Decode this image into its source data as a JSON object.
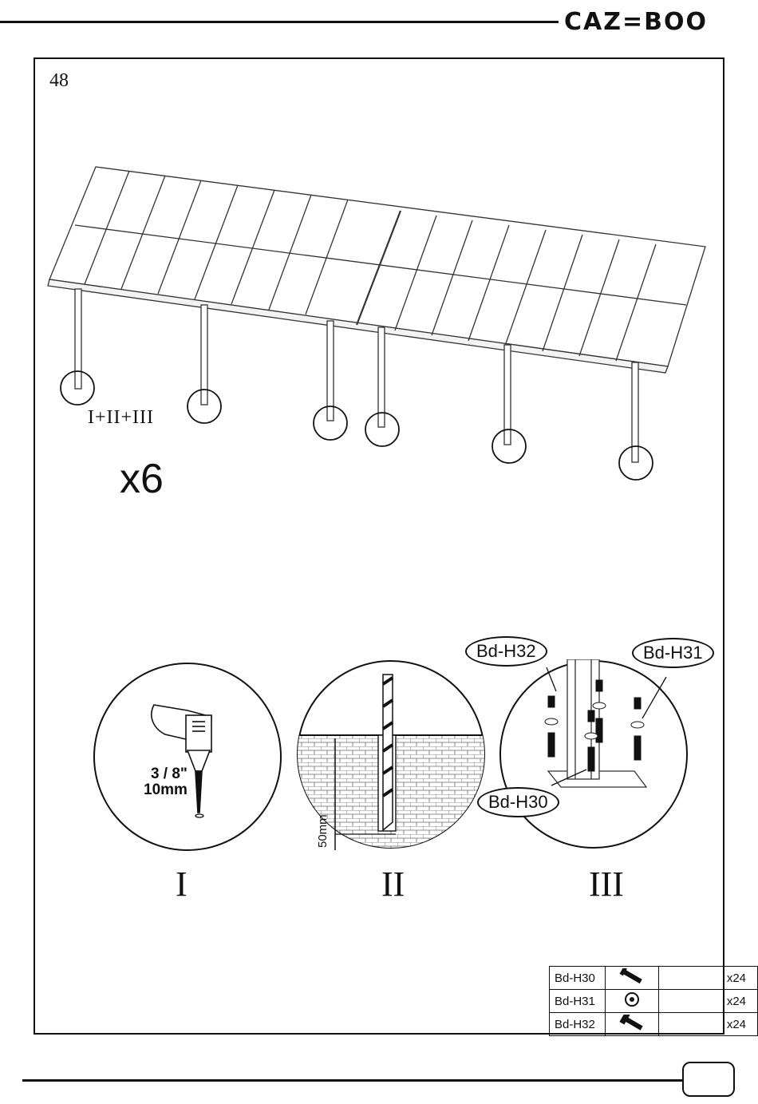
{
  "brand": {
    "name": "CAZ=BOO"
  },
  "page": {
    "step_number": "48"
  },
  "overview": {
    "sequence": "I+II+III",
    "multiplier": "x6"
  },
  "details": [
    {
      "numeral": "I",
      "drill_size": "3 / 8\"",
      "drill_mm": "10mm"
    },
    {
      "numeral": "II",
      "depth": "50mm"
    },
    {
      "numeral": "III",
      "callouts": [
        "Bd-H32",
        "Bd-H31",
        "Bd-H30"
      ]
    }
  ],
  "parts": [
    {
      "code": "Bd-H30",
      "icon": "anchor-icon",
      "qty": "x24"
    },
    {
      "code": "Bd-H31",
      "icon": "washer-icon",
      "qty": "x24"
    },
    {
      "code": "Bd-H32",
      "icon": "screw-icon",
      "qty": "x24"
    }
  ]
}
